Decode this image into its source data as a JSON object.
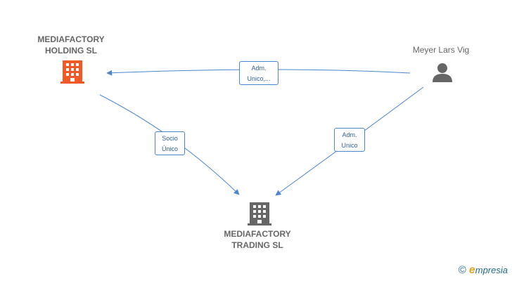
{
  "nodes": {
    "holding": {
      "label": "MEDIAFACTORY\nHOLDING  SL",
      "color": "#f05a28",
      "icon": "building-icon"
    },
    "trading": {
      "label": "MEDIAFACTORY\nTRADING  SL",
      "color": "#666666",
      "icon": "building-icon"
    },
    "person": {
      "label": "Meyer Lars Vig",
      "color": "#666666",
      "icon": "person-icon"
    }
  },
  "edges": [
    {
      "from": "person",
      "to": "holding",
      "label": "Adm.\nUnico,..."
    },
    {
      "from": "holding",
      "to": "trading",
      "label": "Socio\nÚnico"
    },
    {
      "from": "person",
      "to": "trading",
      "label": "Adm.\nUnico"
    }
  ],
  "colors": {
    "edge": "#4a86d0",
    "brand": "#e8a020"
  },
  "footer": {
    "copyright": "©",
    "brand_initial": "e",
    "brand_rest": "mpresia"
  }
}
